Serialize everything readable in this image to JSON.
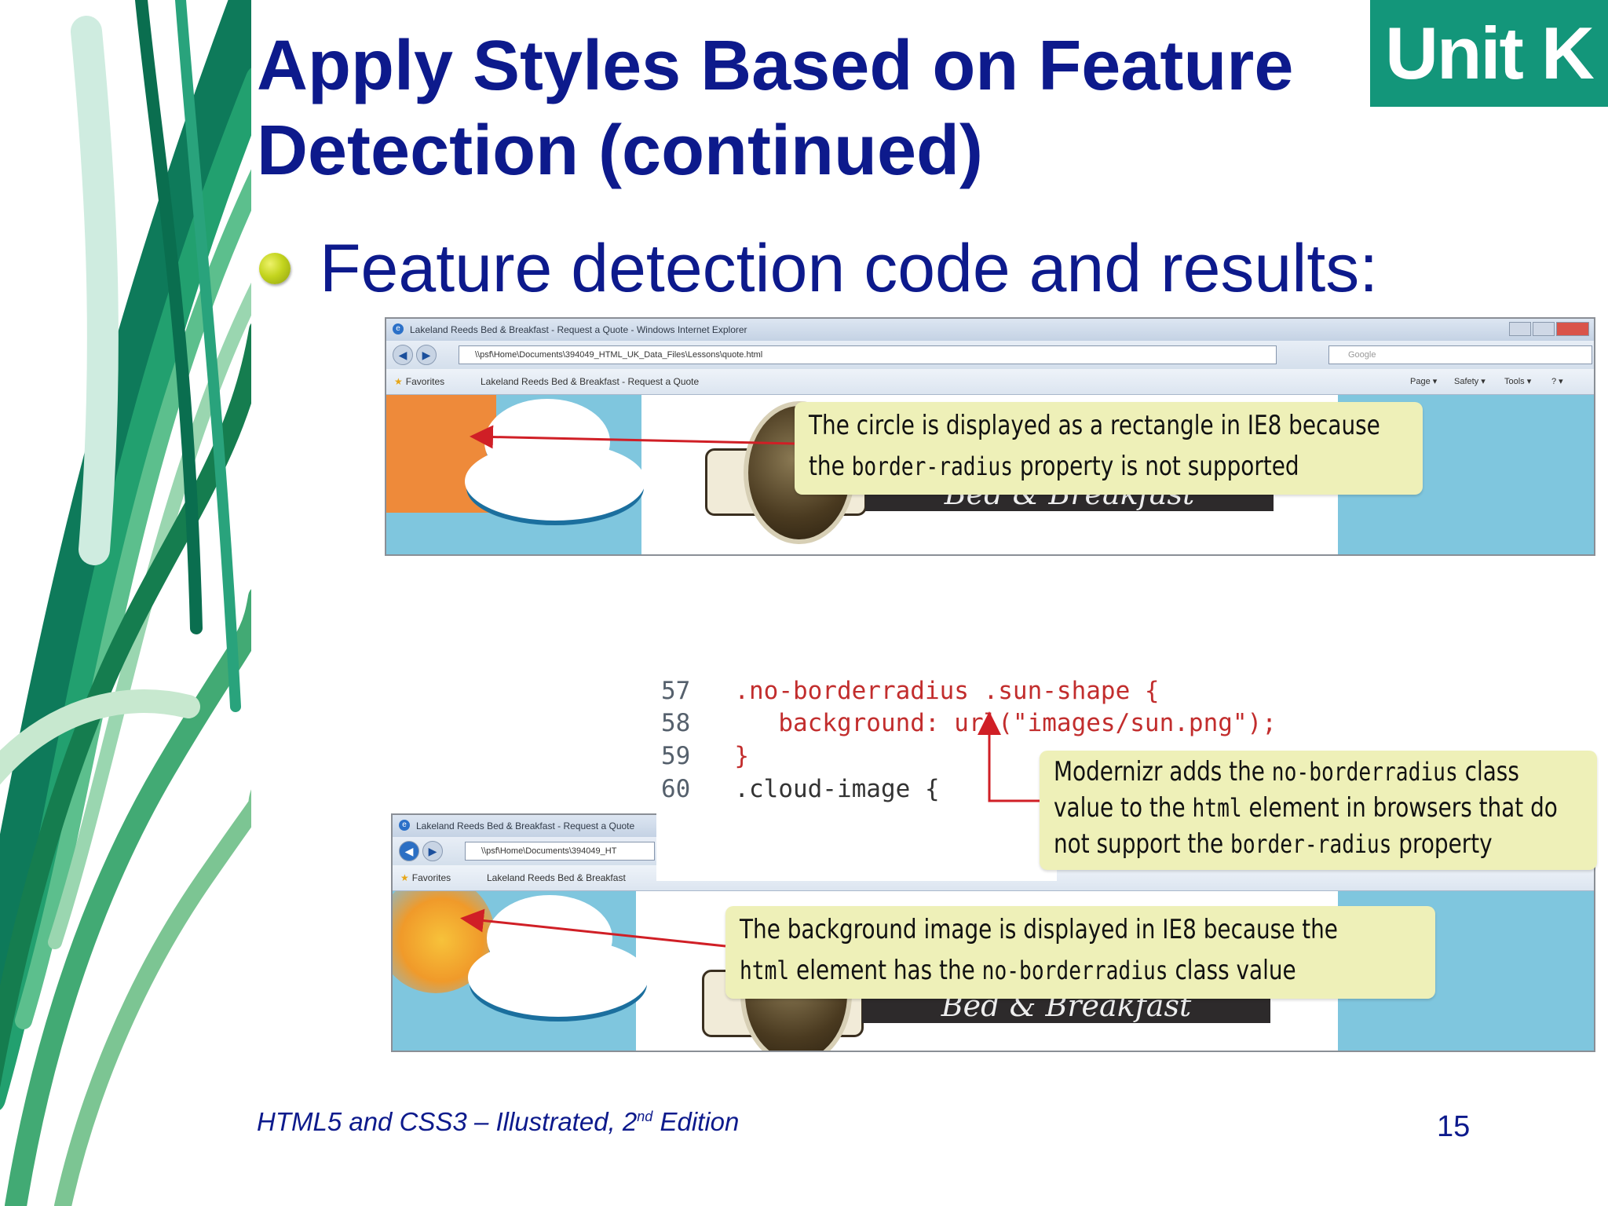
{
  "slide": {
    "title": "Apply Styles Based on Feature Detection (continued)",
    "unit_badge": "Unit K",
    "bullet": "Feature detection code and results:",
    "footer": {
      "book_title_before": "HTML5 and CSS3 – Illustrated, 2",
      "book_title_sup": "nd",
      "book_title_after": " Edition",
      "page_number": "15"
    }
  },
  "browser_top": {
    "window_title": "Lakeland Reeds Bed & Breakfast - Request a Quote - Windows Internet Explorer",
    "address": "\\\\psf\\Home\\Documents\\394049_HTML_UK_Data_Files\\Lessons\\quote.html",
    "search_placeholder": "Google",
    "favorites_label": "Favorites",
    "tab_label": "Lakeland Reeds Bed & Breakfast - Request a Quote",
    "commands": [
      "Page ▾",
      "Safety ▾",
      "Tools ▾",
      "? ▾"
    ],
    "banner_text": "Bed & Breakfast"
  },
  "browser_bottom": {
    "window_title": "Lakeland Reeds Bed & Breakfast - Request a Quote",
    "address": "\\\\psf\\Home\\Documents\\394049_HT",
    "favorites_label": "Favorites",
    "tab_label": "Lakeland Reeds Bed & Breakfast",
    "banner_text": "Bed & Breakfast"
  },
  "code": {
    "lines": [
      {
        "num": "57",
        "text": ".no-borderradius .sun-shape {"
      },
      {
        "num": "58",
        "text": "   background: url(\"images/sun.png\");"
      },
      {
        "num": "59",
        "text": "}"
      },
      {
        "num": "60",
        "text": ".cloud-image {"
      }
    ]
  },
  "callouts": {
    "rectangle": {
      "line1": "The circle is displayed as a rectangle in IE8 because",
      "line2_pre": "the ",
      "line2_code": "border-radius",
      "line2_post": " property is not supported"
    },
    "modernizr": {
      "line1_pre": "Modernizr adds the ",
      "line1_code": "no-borderradius",
      "line1_post": " class",
      "line2_pre": "value to the ",
      "line2_code": "html",
      "line2_post": " element in browsers that do",
      "line3_pre": "not support the ",
      "line3_code": "border-radius",
      "line3_post": " property"
    },
    "background": {
      "line1": "The background image is displayed in IE8 because the",
      "line2_code": "html",
      "line2_mid": " element has the ",
      "line2_code2": "no-borderradius",
      "line2_post": " class value"
    }
  },
  "colors": {
    "title_blue": "#0d1a8c",
    "badge_green": "#13967a",
    "callout_yellow": "#eef0b8",
    "arrow_red": "#d01f26",
    "code_red": "#c22d2d"
  }
}
